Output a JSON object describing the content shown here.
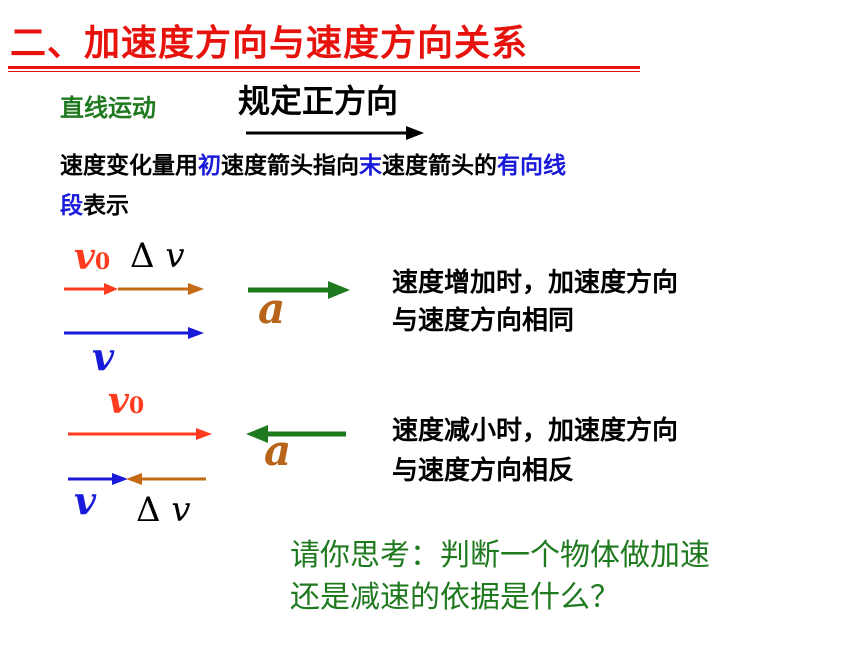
{
  "title": "二、加速度方向与速度方向关系",
  "straight_motion_label": "直线运动",
  "positive_direction_label": "规定正方向",
  "explanation": {
    "part1": "速度变化量用",
    "initial": "初",
    "part2": "速度箭头指向",
    "final": "末",
    "part3": "速度箭头的",
    "directed": "有向线",
    "segment": "段",
    "part4": "表示"
  },
  "symbols": {
    "v": "v",
    "v0_base": "v",
    "v0_sub": "0",
    "delta": "Δ",
    "delta_v": "v",
    "a": "a"
  },
  "case_increase": {
    "line1": "速度增加时，加速度方向",
    "line2": "与速度方向相同"
  },
  "case_decrease": {
    "line1": "速度减小时，加速度方向",
    "line2": "与速度方向相反"
  },
  "question": {
    "line1": "请你思考：判断一个物体做加速",
    "line2": "还是减速的依据是什么？"
  },
  "colors": {
    "title_red": "#e8120c",
    "green": "#1f7a1f",
    "blue": "#1a1adb",
    "orange_red": "#ff3b1f",
    "brown": "#c46a14",
    "accel_brown": "#b8651a"
  }
}
